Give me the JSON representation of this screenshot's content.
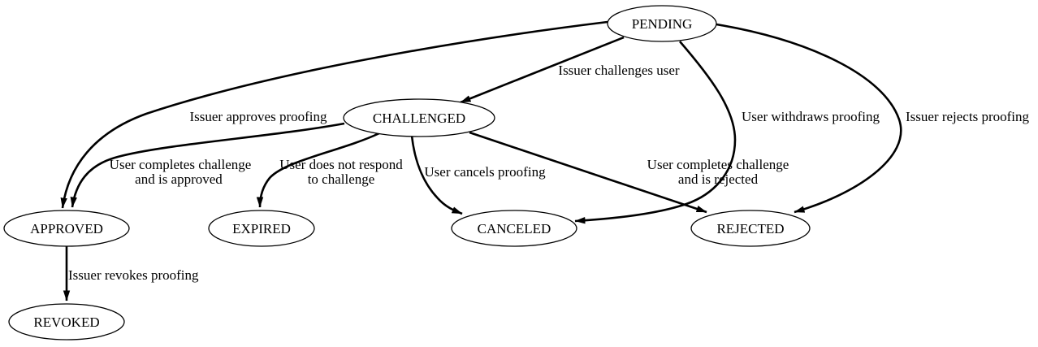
{
  "diagram": {
    "type": "state-machine",
    "background_color": "#ffffff",
    "stroke_color": "#000000",
    "text_color": "#000000",
    "nodes": {
      "pending": {
        "label": "PENDING"
      },
      "challenged": {
        "label": "CHALLENGED"
      },
      "approved": {
        "label": "APPROVED"
      },
      "expired": {
        "label": "EXPIRED"
      },
      "canceled": {
        "label": "CANCELED"
      },
      "rejected": {
        "label": "REJECTED"
      },
      "revoked": {
        "label": "REVOKED"
      }
    },
    "edges": {
      "pending_challenged": {
        "from": "PENDING",
        "to": "CHALLENGED",
        "label": "Issuer challenges user"
      },
      "pending_approved": {
        "from": "PENDING",
        "to": "APPROVED",
        "label": "Issuer approves proofing"
      },
      "pending_canceled": {
        "from": "PENDING",
        "to": "CANCELED",
        "label": "User withdraws proofing"
      },
      "pending_rejected": {
        "from": "PENDING",
        "to": "REJECTED",
        "label": "Issuer rejects proofing"
      },
      "challenged_approved": {
        "from": "CHALLENGED",
        "to": "APPROVED",
        "label_line1": "User completes challenge",
        "label_line2": "and is approved"
      },
      "challenged_expired": {
        "from": "CHALLENGED",
        "to": "EXPIRED",
        "label_line1": "User does not respond",
        "label_line2": "to challenge"
      },
      "challenged_canceled": {
        "from": "CHALLENGED",
        "to": "CANCELED",
        "label": "User cancels proofing"
      },
      "challenged_rejected": {
        "from": "CHALLENGED",
        "to": "REJECTED",
        "label_line1": "User completes challenge",
        "label_line2": "and is rejected"
      },
      "approved_revoked": {
        "from": "APPROVED",
        "to": "REVOKED",
        "label": "Issuer revokes proofing"
      }
    }
  }
}
